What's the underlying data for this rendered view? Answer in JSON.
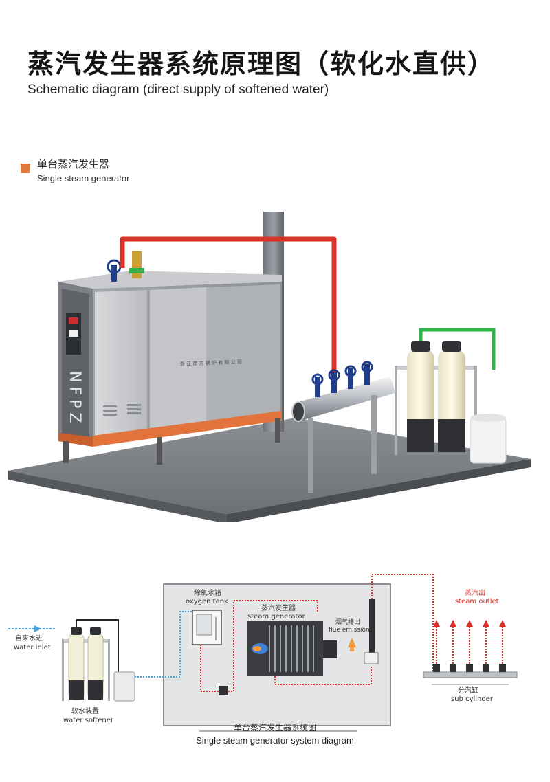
{
  "header": {
    "title_cn": "蒸汽发生器系统原理图（软化水直供）",
    "title_en": "Schematic diagram (direct supply of softened water)"
  },
  "section": {
    "label_cn": "单台蒸汽发生器",
    "label_en": "Single steam generator"
  },
  "machine": {
    "brand": "NFPZ",
    "nameplate": "浙 江 南 方 锅 炉 有 限 公 司"
  },
  "diagram": {
    "water_inlet_cn": "自来水进",
    "water_inlet_en": "water inlet",
    "water_softener_cn": "软水装置",
    "water_softener_en": "water softener",
    "oxygen_tank_cn": "除氧水箱",
    "oxygen_tank_en": "oxygen tank",
    "steam_generator_cn": "蒸汽发生器",
    "steam_generator_en": "steam generator",
    "flue_emission_cn": "烟气排出",
    "flue_emission_en": "flue emission",
    "steam_outlet_cn": "蒸汽出",
    "steam_outlet_en": "steam outlet",
    "sub_cylinder_cn": "分汽缸",
    "sub_cylinder_en": "sub cylinder",
    "caption_cn": "单台蒸汽发生器系统图",
    "caption_en": "Single steam generator system diagram"
  },
  "colors": {
    "accent": "#e07a3c",
    "steam_red": "#d9302a",
    "water_blue": "#4aa3df",
    "green_pipe": "#2fb24a",
    "valve_blue": "#1f3d8a"
  }
}
